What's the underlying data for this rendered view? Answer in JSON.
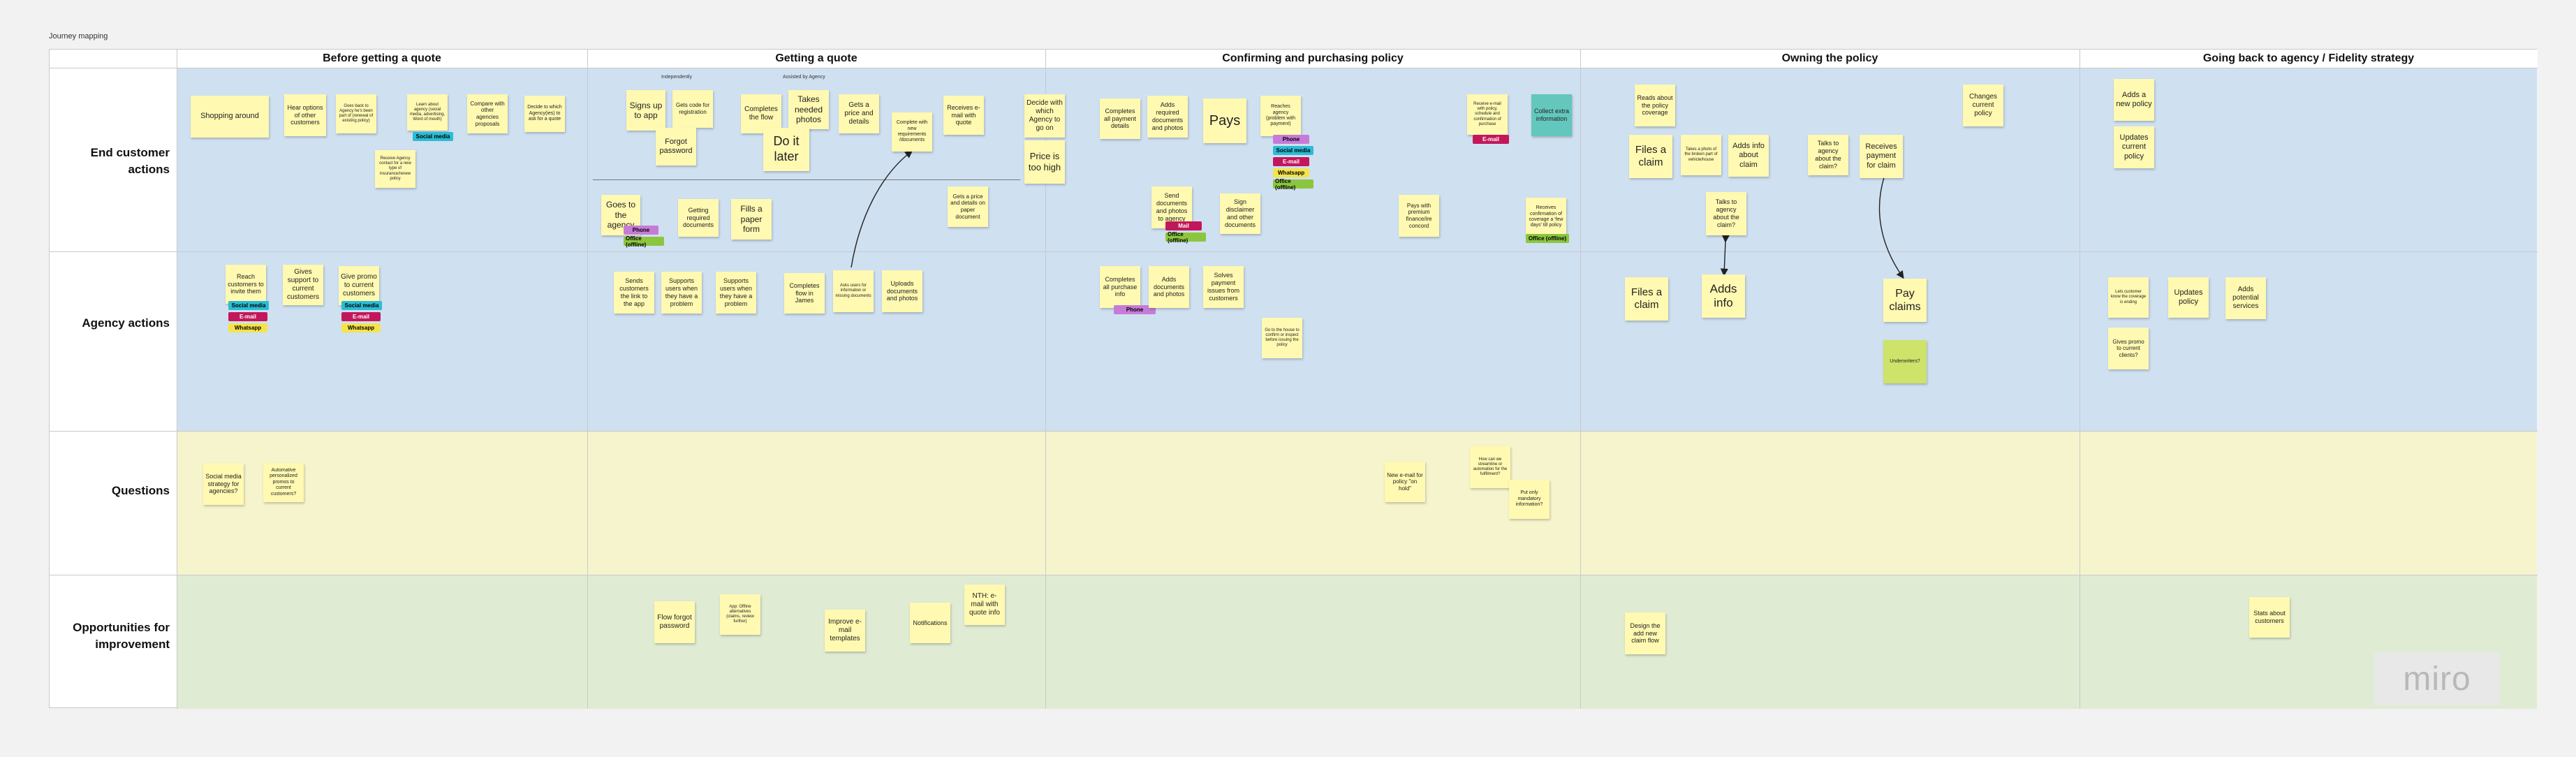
{
  "board_title": "Journey mapping",
  "columns": [
    "Before getting a quote",
    "Getting a quote",
    "Confirming and purchasing policy",
    "Owning the policy",
    "Going back to agency / Fidelity strategy"
  ],
  "rows": [
    "End customer actions",
    "Agency actions",
    "Questions",
    "Opportunities for improvement"
  ],
  "notes": {
    "independently": "Independently",
    "assisted": "Assisted by Agency"
  },
  "stickies": [
    {
      "id": "s1",
      "text": "Shopping around"
    },
    {
      "id": "s2",
      "text": "Hear options of other customers"
    },
    {
      "id": "s3",
      "text": "Goes back to Agency he's been part of (renewal of existing policy)"
    },
    {
      "id": "s4",
      "text": "Learn about agency (social media, advertising, Word of mouth)"
    },
    {
      "id": "s5",
      "text": "Compare with other agencies proposals"
    },
    {
      "id": "s6",
      "text": "Decide to which Agency(ies) to ask for a quote"
    },
    {
      "id": "s7",
      "text": "Receive Agency contact for a new type of insurance/renew policy"
    },
    {
      "id": "s8",
      "text": "Signs up to app"
    },
    {
      "id": "s9",
      "text": "Gets code for registration"
    },
    {
      "id": "s10",
      "text": "Forgot password"
    },
    {
      "id": "s11",
      "text": "Completes the flow"
    },
    {
      "id": "s12",
      "text": "Takes needed photos"
    },
    {
      "id": "s13",
      "text": "Do it later"
    },
    {
      "id": "s14",
      "text": "Gets a price and details"
    },
    {
      "id": "s15",
      "text": "Complete with new requirements /documents"
    },
    {
      "id": "s16",
      "text": "Receives e-mail with quote"
    },
    {
      "id": "s17",
      "text": "Goes to the agency"
    },
    {
      "id": "s18",
      "text": "Getting required documents"
    },
    {
      "id": "s19",
      "text": "Fills a paper form"
    },
    {
      "id": "s20",
      "text": "Gets a price and details on paper document"
    },
    {
      "id": "s21",
      "text": "Decide with which Agency to go on"
    },
    {
      "id": "s22",
      "text": "Price is too high"
    },
    {
      "id": "s23",
      "text": "Completes all payment details"
    },
    {
      "id": "s24",
      "text": "Adds required documents and photos"
    },
    {
      "id": "s25",
      "text": "Pays"
    },
    {
      "id": "s26",
      "text": "Reaches agency (problem with payment)"
    },
    {
      "id": "s27",
      "text": "Receive e-mail with policy, schedule and confirmation of purchase"
    },
    {
      "id": "s28",
      "text": "Collect extra information"
    },
    {
      "id": "s29",
      "text": "Send documents and photos to agency"
    },
    {
      "id": "s30",
      "text": "Sign disclaimer and other documents"
    },
    {
      "id": "s31",
      "text": "Pays with premium finance/ire concord"
    },
    {
      "id": "s32",
      "text": "Receives confirmation of coverage a 'few days' till policy"
    },
    {
      "id": "s33",
      "text": "Reads about the policy coverage"
    },
    {
      "id": "s34",
      "text": "Files a claim"
    },
    {
      "id": "s35",
      "text": "Takes a photo of the broken part of vehicle/house"
    },
    {
      "id": "s36",
      "text": "Adds info about claim"
    },
    {
      "id": "s37",
      "text": "Talks to agency about the claim?"
    },
    {
      "id": "s38",
      "text": "Receives payment for claim"
    },
    {
      "id": "s39",
      "text": "Talks to agency about the claim?"
    },
    {
      "id": "s40",
      "text": "Changes current policy"
    },
    {
      "id": "s41",
      "text": "Adds a new policy"
    },
    {
      "id": "s42",
      "text": "Updates current policy"
    },
    {
      "id": "s43",
      "text": "Reach customers to invite them"
    },
    {
      "id": "s44",
      "text": "Gives support to current customers"
    },
    {
      "id": "s45",
      "text": "Give promo to current customers"
    },
    {
      "id": "s46",
      "text": "Sends customers the link to the app"
    },
    {
      "id": "s47",
      "text": "Supports users when they have a problem"
    },
    {
      "id": "s48",
      "text": "Supports users when they have a problem"
    },
    {
      "id": "s49",
      "text": "Completes flow in James"
    },
    {
      "id": "s50",
      "text": "Asks users for information or missing documents"
    },
    {
      "id": "s51",
      "text": "Uploads documents and photos"
    },
    {
      "id": "s52",
      "text": "Completes all purchase info"
    },
    {
      "id": "s53",
      "text": "Adds documents and photos"
    },
    {
      "id": "s54",
      "text": "Solves payment issues from customers"
    },
    {
      "id": "s55",
      "text": "Go to the house to confirm or inspect before issuing the policy"
    },
    {
      "id": "s56",
      "text": "Files a claim"
    },
    {
      "id": "s57",
      "text": "Adds info"
    },
    {
      "id": "s58",
      "text": "Pay claims"
    },
    {
      "id": "s59",
      "text": "Underwriters?"
    },
    {
      "id": "s60",
      "text": "Lets customer know the coverage is ending"
    },
    {
      "id": "s61",
      "text": "Updates policy"
    },
    {
      "id": "s62",
      "text": "Adds potential services"
    },
    {
      "id": "s63",
      "text": "Gives promo to current clients?"
    },
    {
      "id": "s64",
      "text": "Social media strategy for agencies?"
    },
    {
      "id": "s65",
      "text": "Automative personalized promos to current customers?"
    },
    {
      "id": "s66",
      "text": "New e-mail for policy \"on hold\""
    },
    {
      "id": "s67",
      "text": "How can we streamline or automation for the fulfillment?"
    },
    {
      "id": "s68",
      "text": "Put only mandatory information?"
    },
    {
      "id": "s69",
      "text": "Flow forgot password"
    },
    {
      "id": "s70",
      "text": "App: Offline alternatives (claims, review further)"
    },
    {
      "id": "s71",
      "text": "Improve e-mail templates"
    },
    {
      "id": "s72",
      "text": "Notifications"
    },
    {
      "id": "s73",
      "text": "NTH: e-mail with quote info"
    },
    {
      "id": "s74",
      "text": "Design the add new claim flow"
    },
    {
      "id": "s75",
      "text": "Stats about customers"
    }
  ],
  "tags": {
    "social": "Social media",
    "email": "E-mail",
    "whatsapp": "Whatsapp",
    "phone": "Phone",
    "office": "Office (offline)",
    "mail": "Mail"
  },
  "logo": "miro",
  "colors": {
    "sticky_yellow": "#fff9b1",
    "sticky_teal": "#63c7be",
    "sticky_lime": "#cde36a",
    "band_blue": "#cfe0f1",
    "band_yellow": "#f6f4cd",
    "band_green": "#e0ebd3"
  }
}
